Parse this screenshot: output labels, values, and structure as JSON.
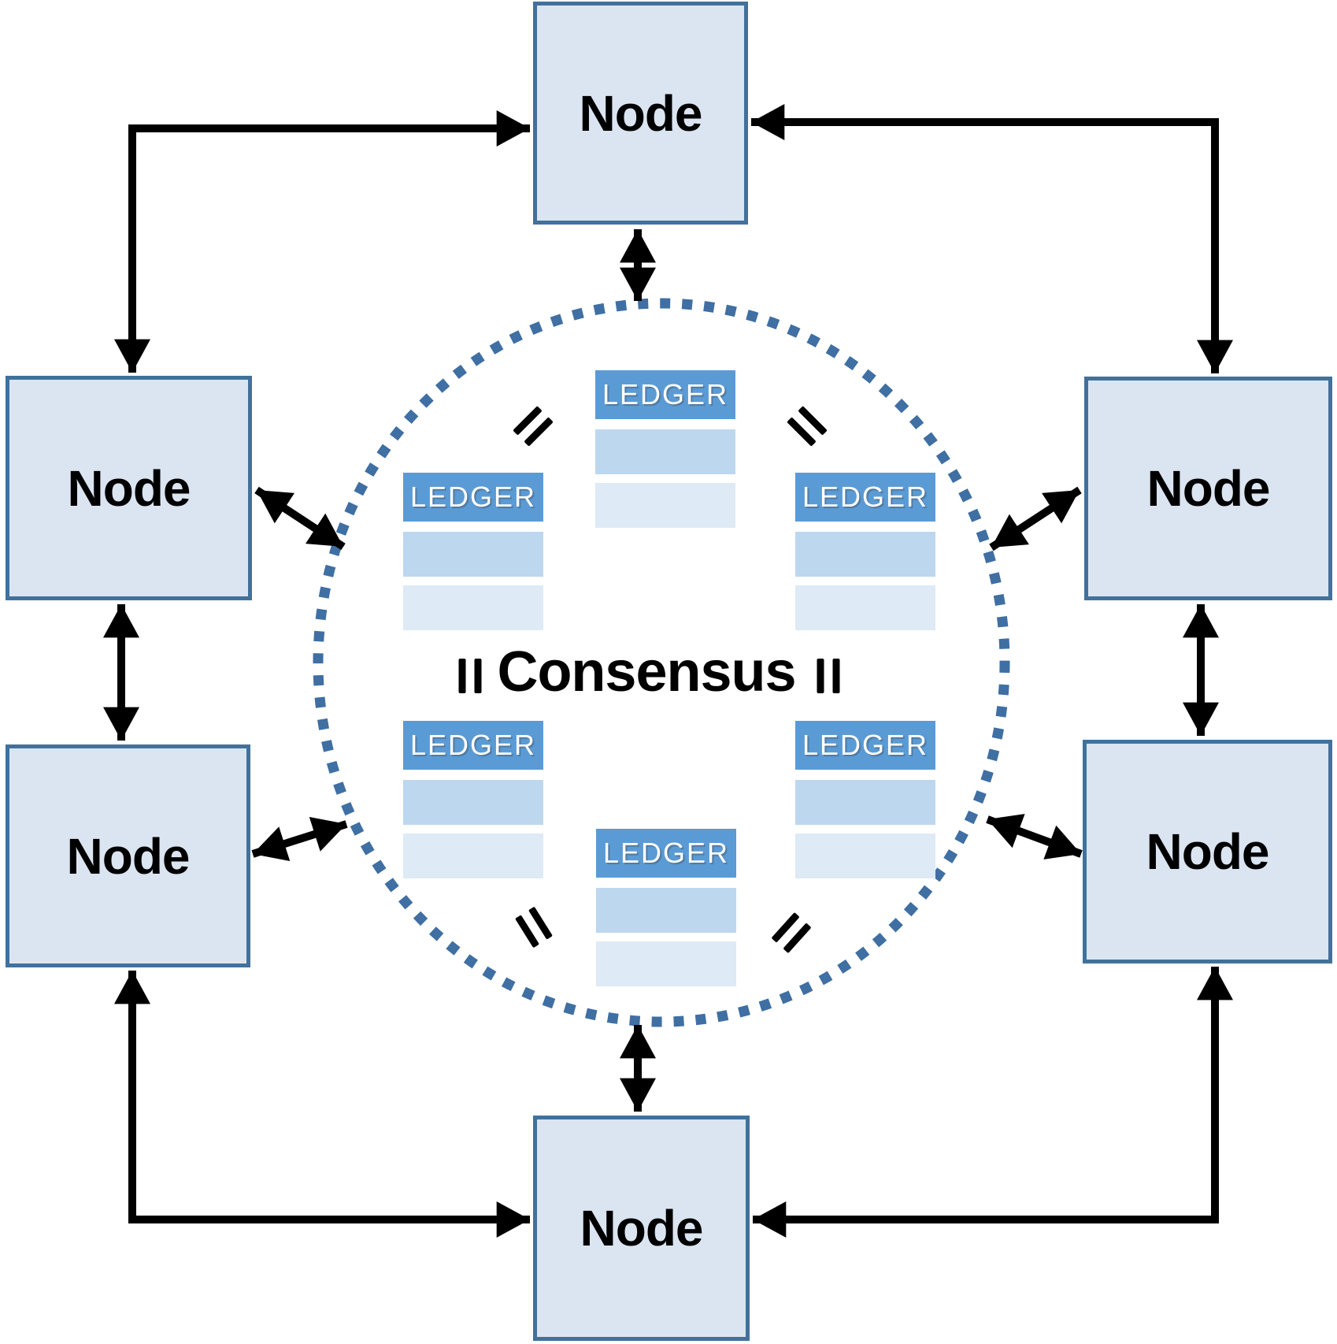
{
  "diagram": {
    "type": "distributed-ledger-consensus-network",
    "consensus_label": "Consensus",
    "ledger_label": "LEDGER",
    "node_label": "Node",
    "equals_symbol": "=",
    "nodes": [
      {
        "id": "node-top",
        "label": "Node"
      },
      {
        "id": "node-left-upper",
        "label": "Node"
      },
      {
        "id": "node-left-lower",
        "label": "Node"
      },
      {
        "id": "node-right-upper",
        "label": "Node"
      },
      {
        "id": "node-right-lower",
        "label": "Node"
      },
      {
        "id": "node-bottom",
        "label": "Node"
      }
    ],
    "ledgers": [
      {
        "id": "ledger-top-center",
        "label": "LEDGER",
        "rows": 2
      },
      {
        "id": "ledger-mid-left",
        "label": "LEDGER",
        "rows": 2
      },
      {
        "id": "ledger-mid-right",
        "label": "LEDGER",
        "rows": 2
      },
      {
        "id": "ledger-lower-left",
        "label": "LEDGER",
        "rows": 2
      },
      {
        "id": "ledger-lower-right",
        "label": "LEDGER",
        "rows": 2
      },
      {
        "id": "ledger-bottom-center",
        "label": "LEDGER",
        "rows": 2
      }
    ],
    "connections": [
      {
        "from": "node-left-upper",
        "to": "node-top",
        "type": "bidirectional-elbow"
      },
      {
        "from": "node-right-upper",
        "to": "node-top",
        "type": "bidirectional-elbow"
      },
      {
        "from": "node-left-lower",
        "to": "node-bottom",
        "type": "bidirectional-elbow"
      },
      {
        "from": "node-right-lower",
        "to": "node-bottom",
        "type": "bidirectional-elbow"
      },
      {
        "from": "node-left-upper",
        "to": "node-left-lower",
        "type": "bidirectional"
      },
      {
        "from": "node-right-upper",
        "to": "node-right-lower",
        "type": "bidirectional"
      },
      {
        "from": "node-top",
        "to": "consensus-circle",
        "type": "bidirectional"
      },
      {
        "from": "node-bottom",
        "to": "consensus-circle",
        "type": "bidirectional"
      },
      {
        "from": "node-left-upper",
        "to": "consensus-circle",
        "type": "bidirectional"
      },
      {
        "from": "node-left-lower",
        "to": "consensus-circle",
        "type": "bidirectional"
      },
      {
        "from": "node-right-upper",
        "to": "consensus-circle",
        "type": "bidirectional"
      },
      {
        "from": "node-right-lower",
        "to": "consensus-circle",
        "type": "bidirectional"
      }
    ],
    "colors": {
      "node_fill": "#dbe5f1",
      "node_border": "#41719c",
      "ledger_header": "#5b9bd5",
      "ledger_row_mid": "#bdd7ee",
      "ledger_row_light": "#deeaf6",
      "circle_dot": "#3f6fa3",
      "arrow": "#000000",
      "text": "#000000",
      "ledger_text": "#ffffff"
    }
  }
}
